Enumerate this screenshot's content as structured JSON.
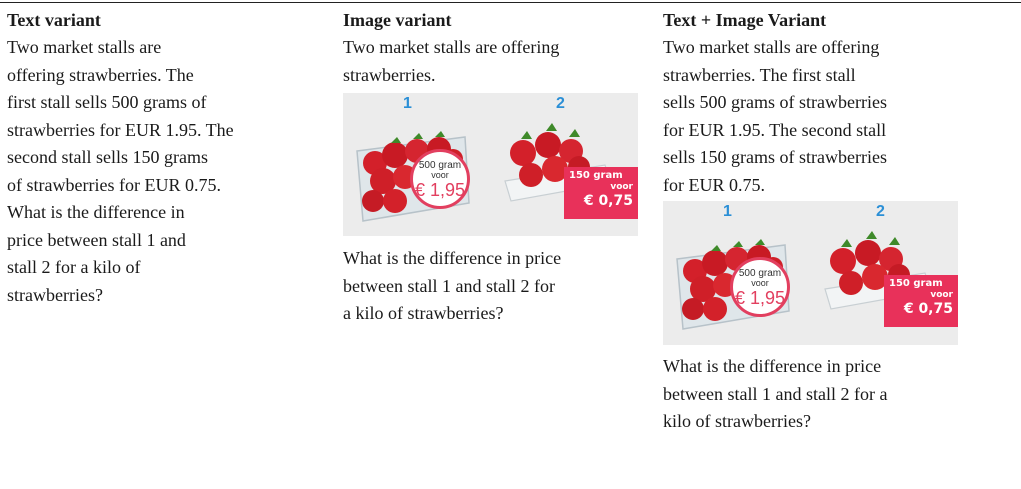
{
  "columns": [
    {
      "heading": "Text variant",
      "lines": [
        "Two market stalls are",
        "offering strawberries. The",
        "first stall sells 500 grams of",
        "strawberries for EUR 1.95. The",
        "second stall sells 150 grams",
        "of strawberries for EUR 0.75.",
        "What is the difference in",
        "price between stall 1 and",
        "stall 2 for a kilo of",
        "strawberries?"
      ]
    },
    {
      "heading": "Image variant",
      "lines_before": [
        "Two market stalls are offering",
        "strawberries."
      ],
      "lines_after": [
        "What is the difference in price",
        "between stall 1 and stall 2 for",
        "a kilo of strawberries?"
      ]
    },
    {
      "heading": "Text + Image Variant",
      "lines_before": [
        "Two market stalls are offering",
        "strawberries. The first stall",
        "sells 500 grams of strawberries",
        "for EUR 1.95. The second stall",
        "sells 150 grams of strawberries",
        "for EUR 0.75."
      ],
      "lines_after": [
        "What is the difference in price",
        "between stall 1 and stall 2 for a",
        "kilo of strawberries?"
      ]
    }
  ],
  "image": {
    "stall1_number": "1",
    "stall2_number": "2",
    "stall1_weight": "500 gram",
    "stall1_voor": "voor",
    "stall1_price": "€ 1,95",
    "stall2_weight": "150 gram",
    "stall2_voor": "voor",
    "stall2_price": "€ 0,75",
    "badge1_color": "#e23f5f",
    "badge2_color": "#e8315a",
    "number_color": "#2b8fd6"
  }
}
